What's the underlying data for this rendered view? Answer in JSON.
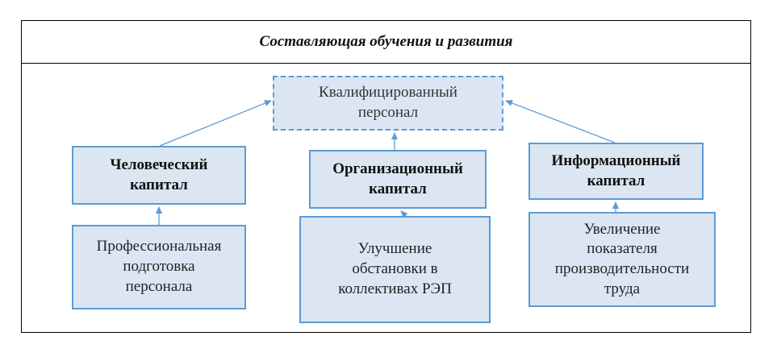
{
  "header": {
    "title": "Составляющая обучения и развития"
  },
  "top_node": {
    "label": "Квалифицированный\nперсонал"
  },
  "capitals": [
    {
      "label": "Человеческий\nкапитал"
    },
    {
      "label": "Организационный\nкапитал"
    },
    {
      "label": "Информационный\nкапитал"
    }
  ],
  "factors": [
    {
      "label": "Профессиональная\nподготовка\nперсонала"
    },
    {
      "label": "Улучшение\nобстановки в\nколлективах РЭП"
    },
    {
      "label": "Увеличение\nпоказателя\nпроизводительности\nтруда"
    }
  ],
  "colors": {
    "box_fill": "#dce6f2",
    "box_border": "#5b9bd5",
    "arrow": "#5b9bd5"
  }
}
